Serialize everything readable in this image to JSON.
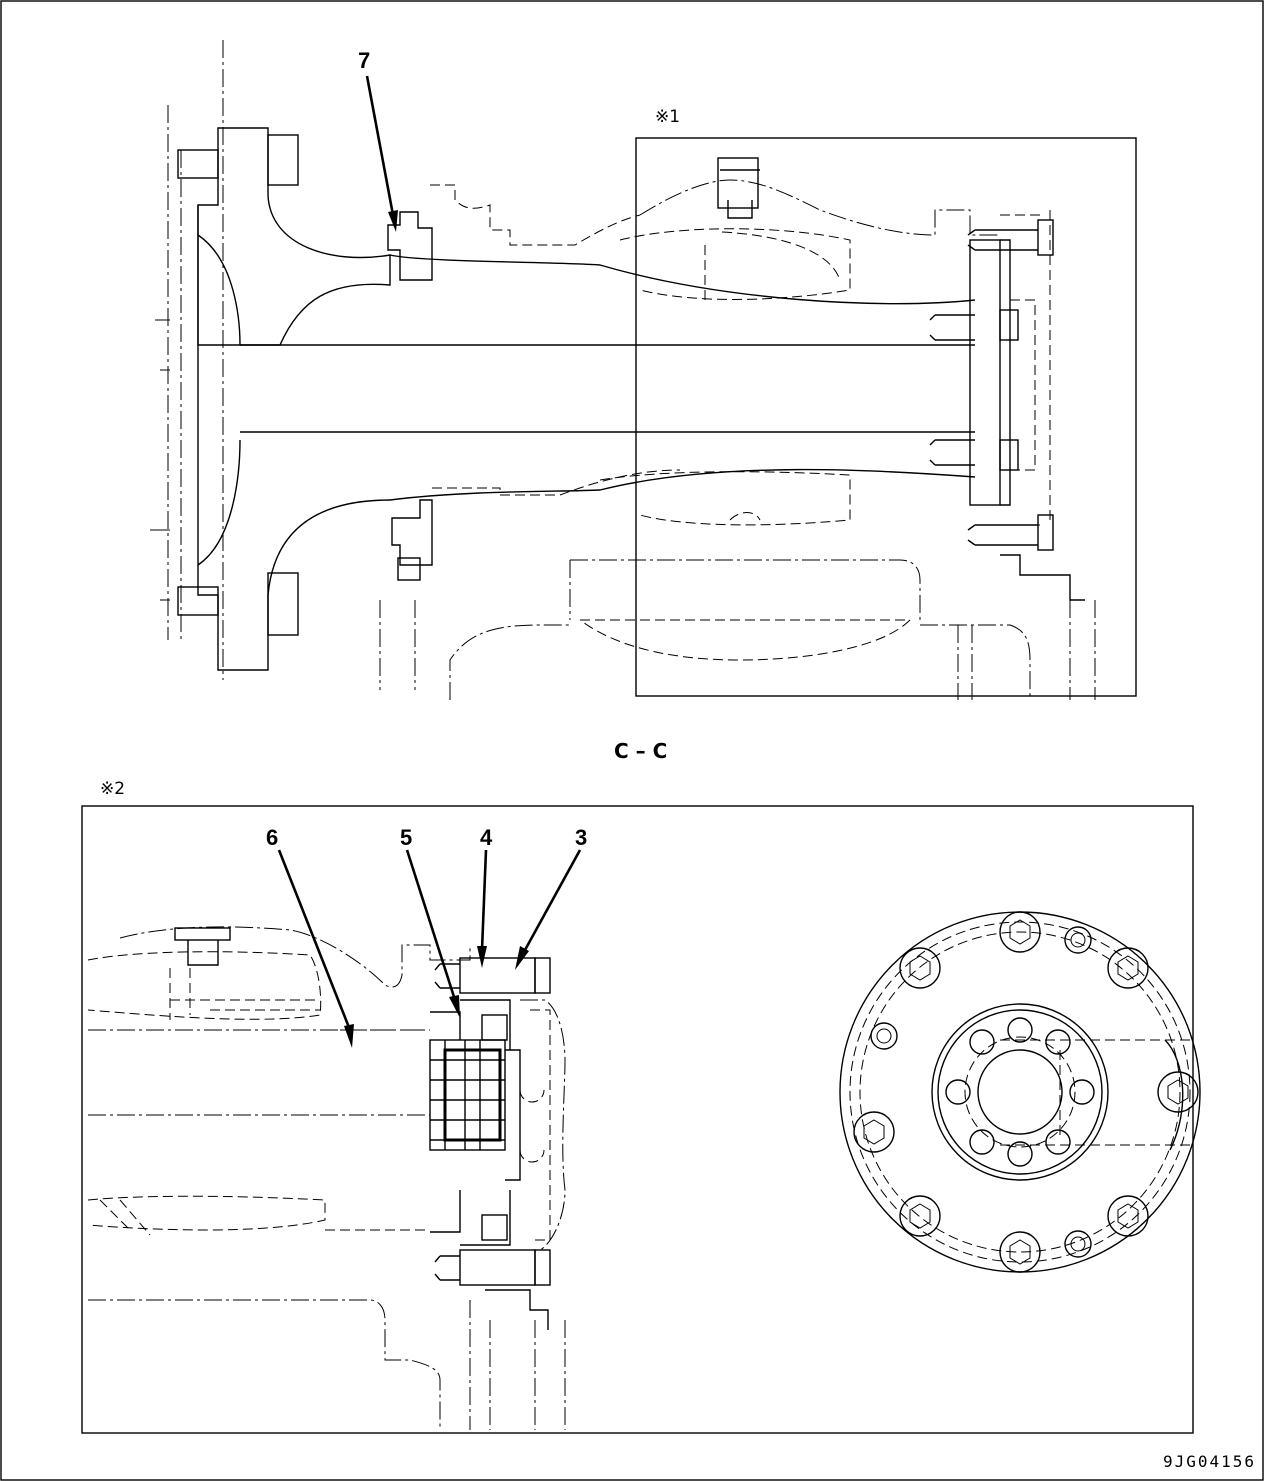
{
  "top_view": {
    "callout_7": "7",
    "detail_ref_1": "※1",
    "section_label": "C – C"
  },
  "bottom_view": {
    "detail_ref_2": "※2",
    "callout_6": "6",
    "callout_5": "5",
    "callout_4": "4",
    "callout_3": "3"
  },
  "drawing_code": "9JG04156"
}
